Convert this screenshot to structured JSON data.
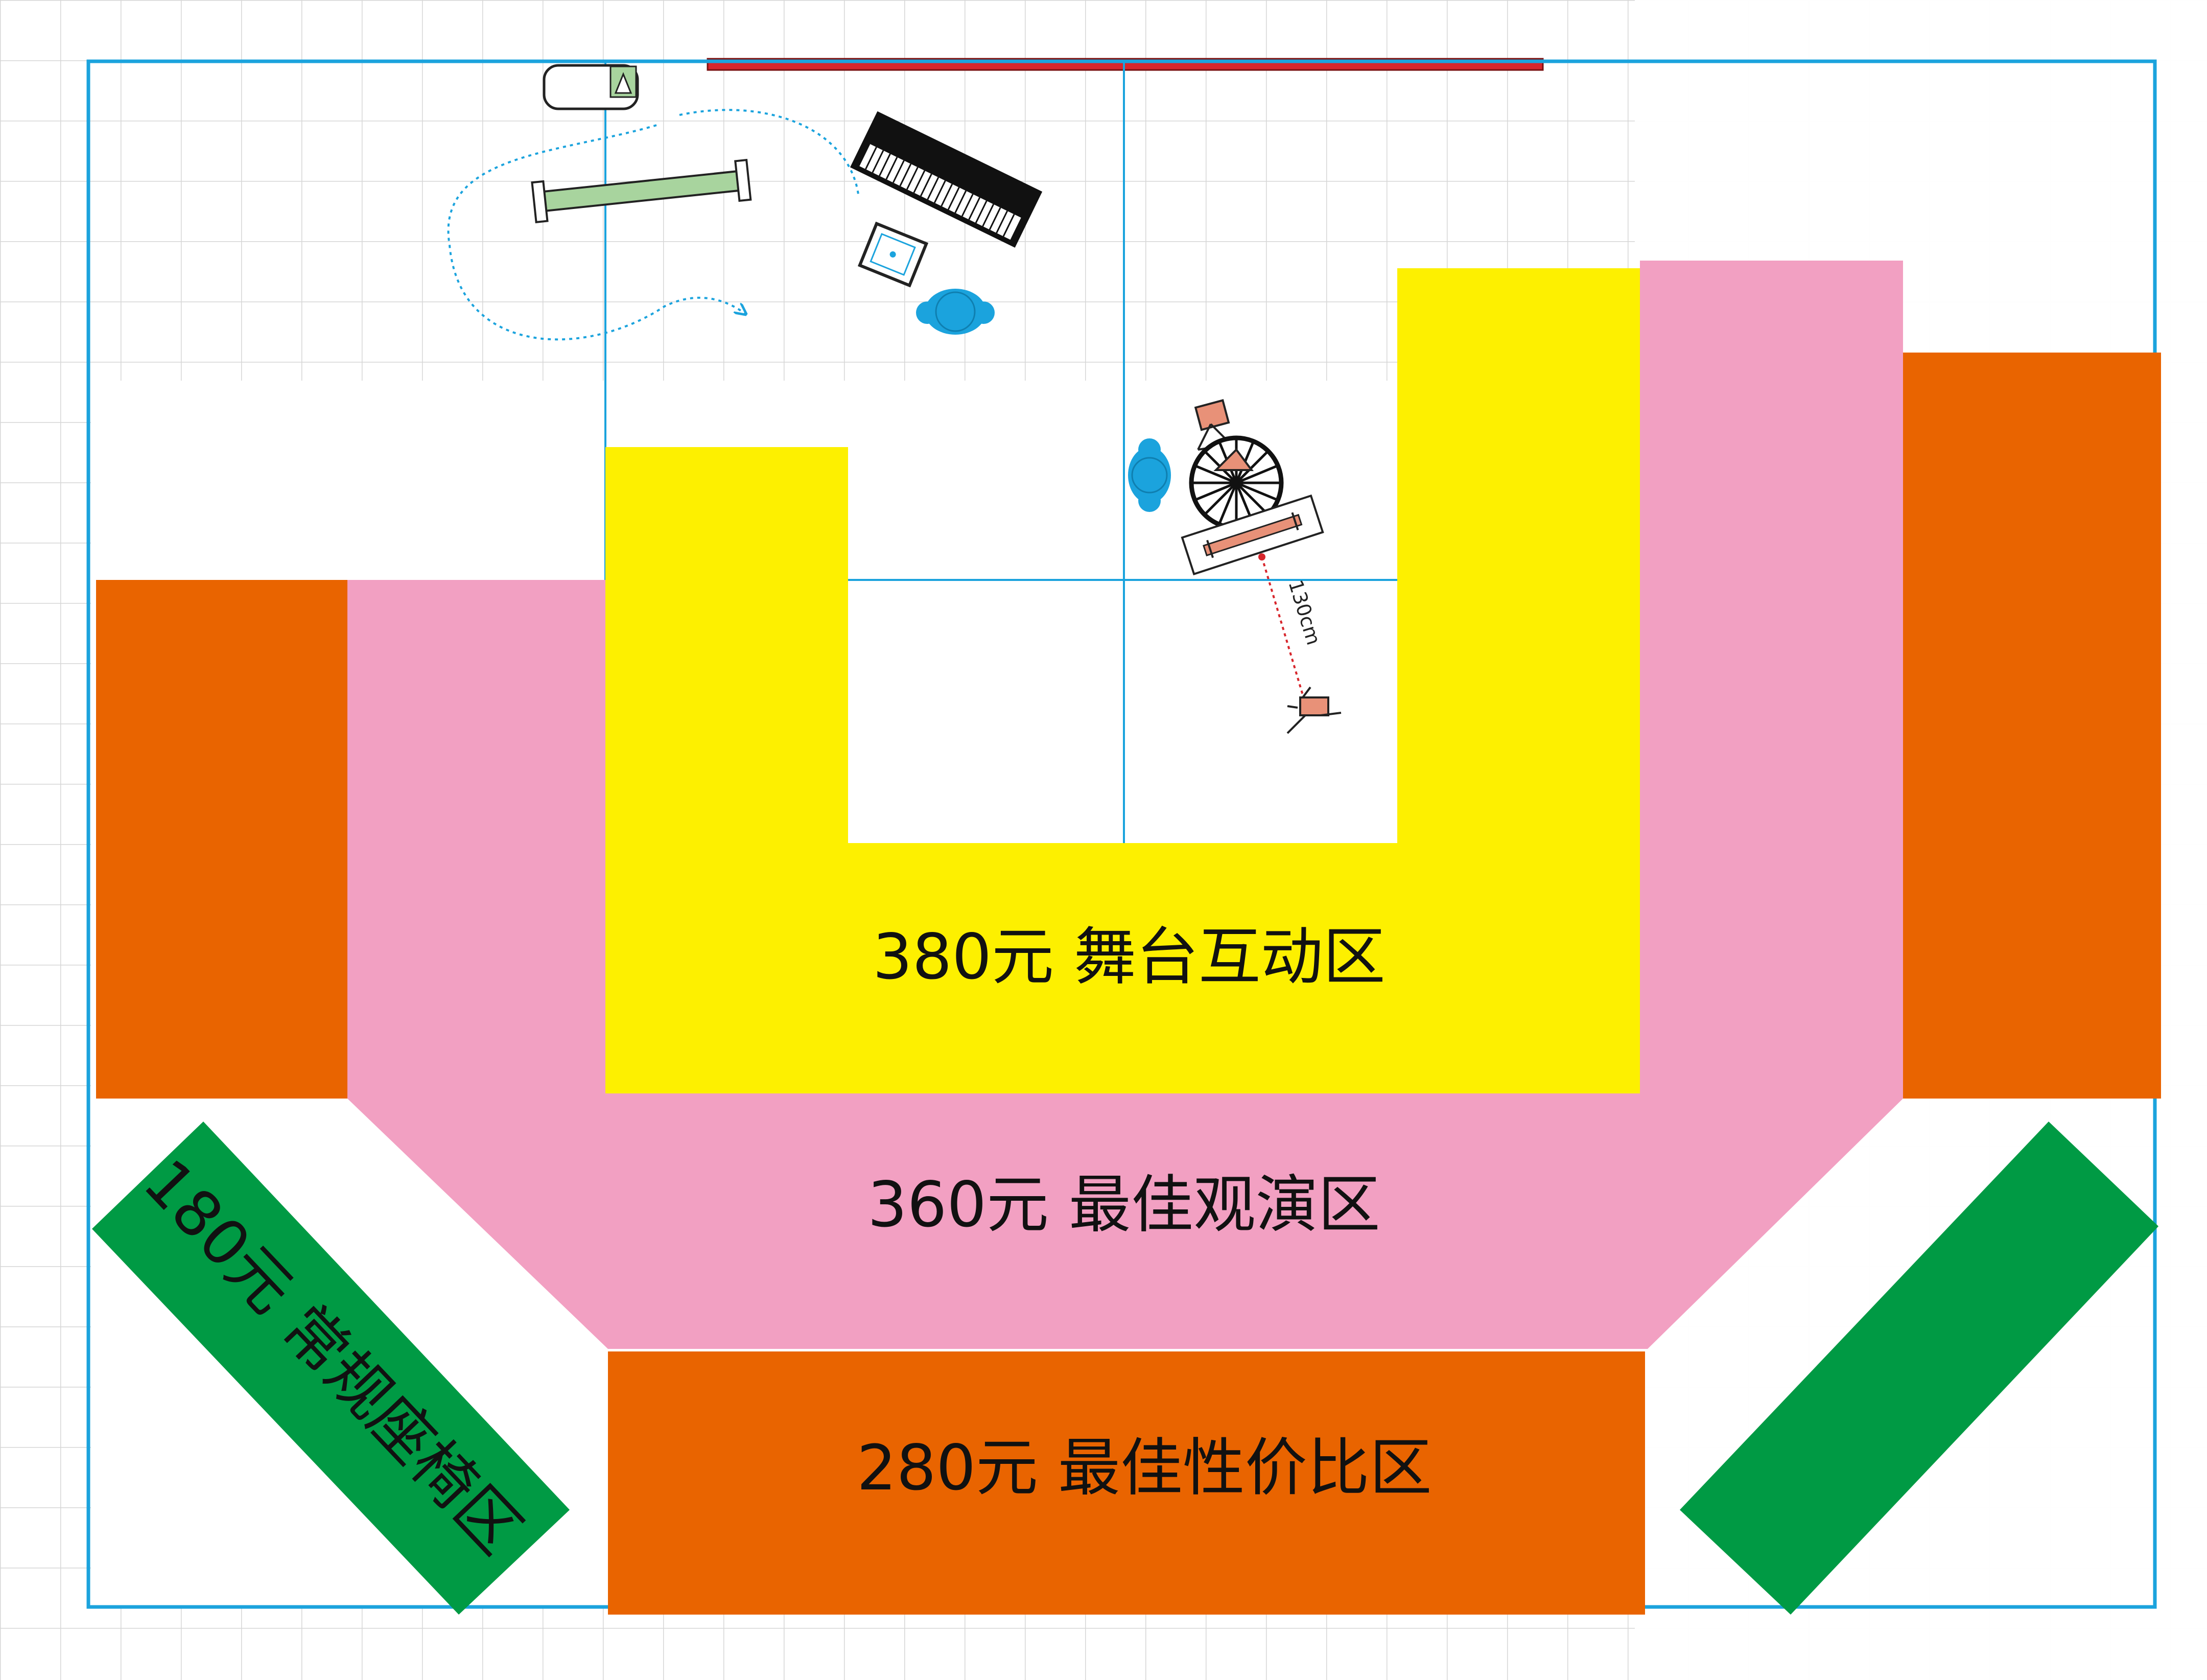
{
  "zones": {
    "stage_interaction": {
      "price_label": "380元 舞台互动区",
      "color": "#FDF000"
    },
    "best_view": {
      "price_label": "360元 最佳观演区",
      "color": "#F2A0C2"
    },
    "best_value": {
      "price_label": "280元 最佳性价比区",
      "color": "#E96400"
    },
    "regular_seats": {
      "price_label": "180元 常规座椅区",
      "color": "#009A44"
    },
    "side_orange": {
      "color": "#E96400"
    }
  },
  "stage": {
    "distance_label": "130cm",
    "backdrop_color": "#D7262C",
    "boundary_color": "#1BA3DD",
    "performer_color": "#1BA3DD",
    "table_color": "#A8D49E",
    "prop_color": "#E89178"
  }
}
